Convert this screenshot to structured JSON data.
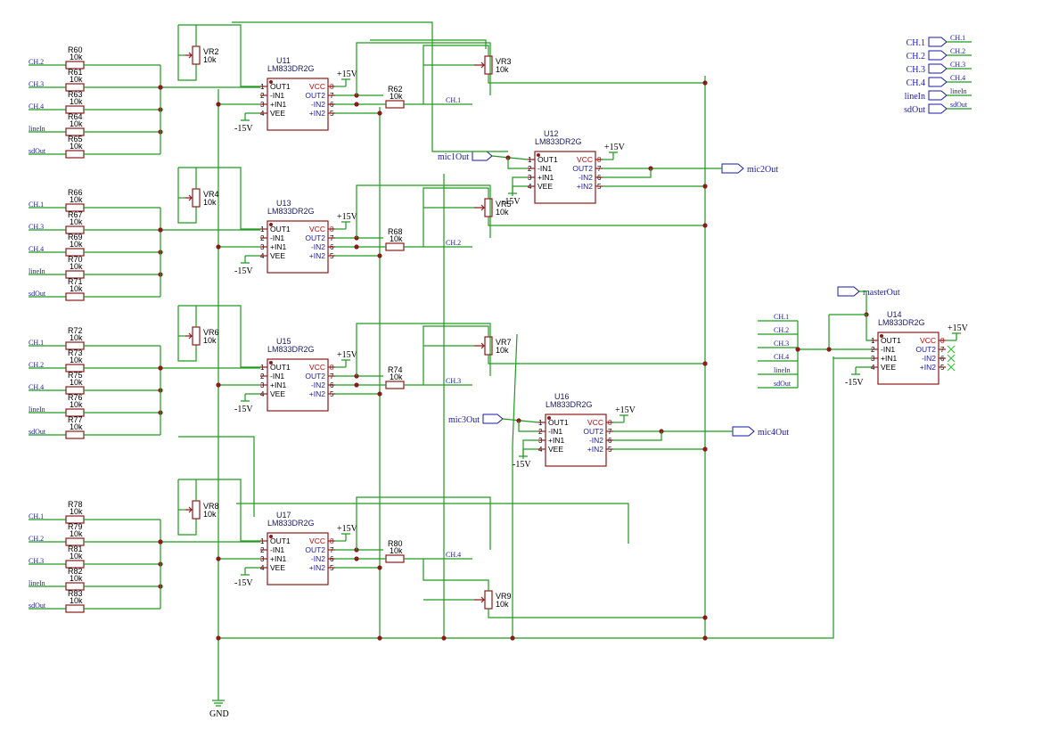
{
  "input_nets": [
    "CH.1",
    "CH.2",
    "CH.3",
    "CH.4",
    "lineIn",
    "sdOut"
  ],
  "channel_groups": [
    {
      "resistors": [
        {
          "ref": "R60",
          "value": "10k",
          "net": "CH.2"
        },
        {
          "ref": "R61",
          "value": "10k",
          "net": "CH.3"
        },
        {
          "ref": "R63",
          "value": "10k",
          "net": "CH.4"
        },
        {
          "ref": "R64",
          "value": "10k",
          "net": "lineIn"
        },
        {
          "ref": "R65",
          "value": "10k",
          "net": "sdOut"
        }
      ],
      "pot_in": {
        "ref": "VR2",
        "value": "10k"
      },
      "opamp": {
        "ref": "U11",
        "part": "LM833DR2G"
      },
      "fb_res": {
        "ref": "R62",
        "value": "10k"
      },
      "out_net": "CH.1",
      "pot_out": {
        "ref": "VR3",
        "value": "10k"
      }
    },
    {
      "resistors": [
        {
          "ref": "R66",
          "value": "10k",
          "net": "CH.1"
        },
        {
          "ref": "R67",
          "value": "10k",
          "net": "CH.3"
        },
        {
          "ref": "R69",
          "value": "10k",
          "net": "CH.4"
        },
        {
          "ref": "R70",
          "value": "10k",
          "net": "lineIn"
        },
        {
          "ref": "R71",
          "value": "10k",
          "net": "sdOut"
        }
      ],
      "pot_in": {
        "ref": "VR4",
        "value": "10k"
      },
      "opamp": {
        "ref": "U13",
        "part": "LM833DR2G"
      },
      "fb_res": {
        "ref": "R68",
        "value": "10k"
      },
      "out_net": "CH.2",
      "pot_out": {
        "ref": "VR5",
        "value": "10k"
      }
    },
    {
      "resistors": [
        {
          "ref": "R72",
          "value": "10k",
          "net": "CH.1"
        },
        {
          "ref": "R73",
          "value": "10k",
          "net": "CH.2"
        },
        {
          "ref": "R75",
          "value": "10k",
          "net": "CH.4"
        },
        {
          "ref": "R76",
          "value": "10k",
          "net": "lineIn"
        },
        {
          "ref": "R77",
          "value": "10k",
          "net": "sdOut"
        }
      ],
      "pot_in": {
        "ref": "VR6",
        "value": "10k"
      },
      "opamp": {
        "ref": "U15",
        "part": "LM833DR2G"
      },
      "fb_res": {
        "ref": "R74",
        "value": "10k"
      },
      "out_net": "CH.3",
      "pot_out": {
        "ref": "VR7",
        "value": "10k"
      }
    },
    {
      "resistors": [
        {
          "ref": "R78",
          "value": "10k",
          "net": "CH.1"
        },
        {
          "ref": "R79",
          "value": "10k",
          "net": "CH.2"
        },
        {
          "ref": "R81",
          "value": "10k",
          "net": "CH.3"
        },
        {
          "ref": "R82",
          "value": "10k",
          "net": "lineIn"
        },
        {
          "ref": "R83",
          "value": "10k",
          "net": "sdOut"
        }
      ],
      "pot_in": {
        "ref": "VR8",
        "value": "10k"
      },
      "opamp": {
        "ref": "U17",
        "part": "LM833DR2G"
      },
      "fb_res": {
        "ref": "R80",
        "value": "10k"
      },
      "out_net": "CH.4",
      "pot_out": {
        "ref": "VR9",
        "value": "10k"
      }
    }
  ],
  "buffers": [
    {
      "ref": "U12",
      "part": "LM833DR2G",
      "in_port": "mic1Out",
      "out_port": "mic2Out"
    },
    {
      "ref": "U16",
      "part": "LM833DR2G",
      "in_port": "mic3Out",
      "out_port": "mic4Out"
    }
  ],
  "master": {
    "ref": "U14",
    "part": "LM833DR2G",
    "port": "masterOut",
    "inputs": [
      "CH.1",
      "CH.2",
      "CH.3",
      "CH.4",
      "lineIn",
      "sdOut"
    ]
  },
  "pins": {
    "left": [
      {
        "n": "1",
        "name": "OUT1"
      },
      {
        "n": "2",
        "name": "-IN1"
      },
      {
        "n": "3",
        "name": "+IN1"
      },
      {
        "n": "4",
        "name": "VEE"
      }
    ],
    "right": [
      {
        "n": "8",
        "name": "VCC"
      },
      {
        "n": "7",
        "name": "OUT2"
      },
      {
        "n": "6",
        "name": "-IN2"
      },
      {
        "n": "5",
        "name": "+IN2"
      }
    ]
  },
  "power": {
    "pos": "+15V",
    "neg": "-15V",
    "gnd": "GND"
  },
  "global_ports": [
    {
      "port": "CH.1",
      "net": "CH.1"
    },
    {
      "port": "CH.2",
      "net": "CH.2"
    },
    {
      "port": "CH.3",
      "net": "CH.3"
    },
    {
      "port": "CH.4",
      "net": "CH.4"
    },
    {
      "port": "lineIn",
      "net": "lineIn"
    },
    {
      "port": "sdOut",
      "net": "sdOut"
    }
  ]
}
